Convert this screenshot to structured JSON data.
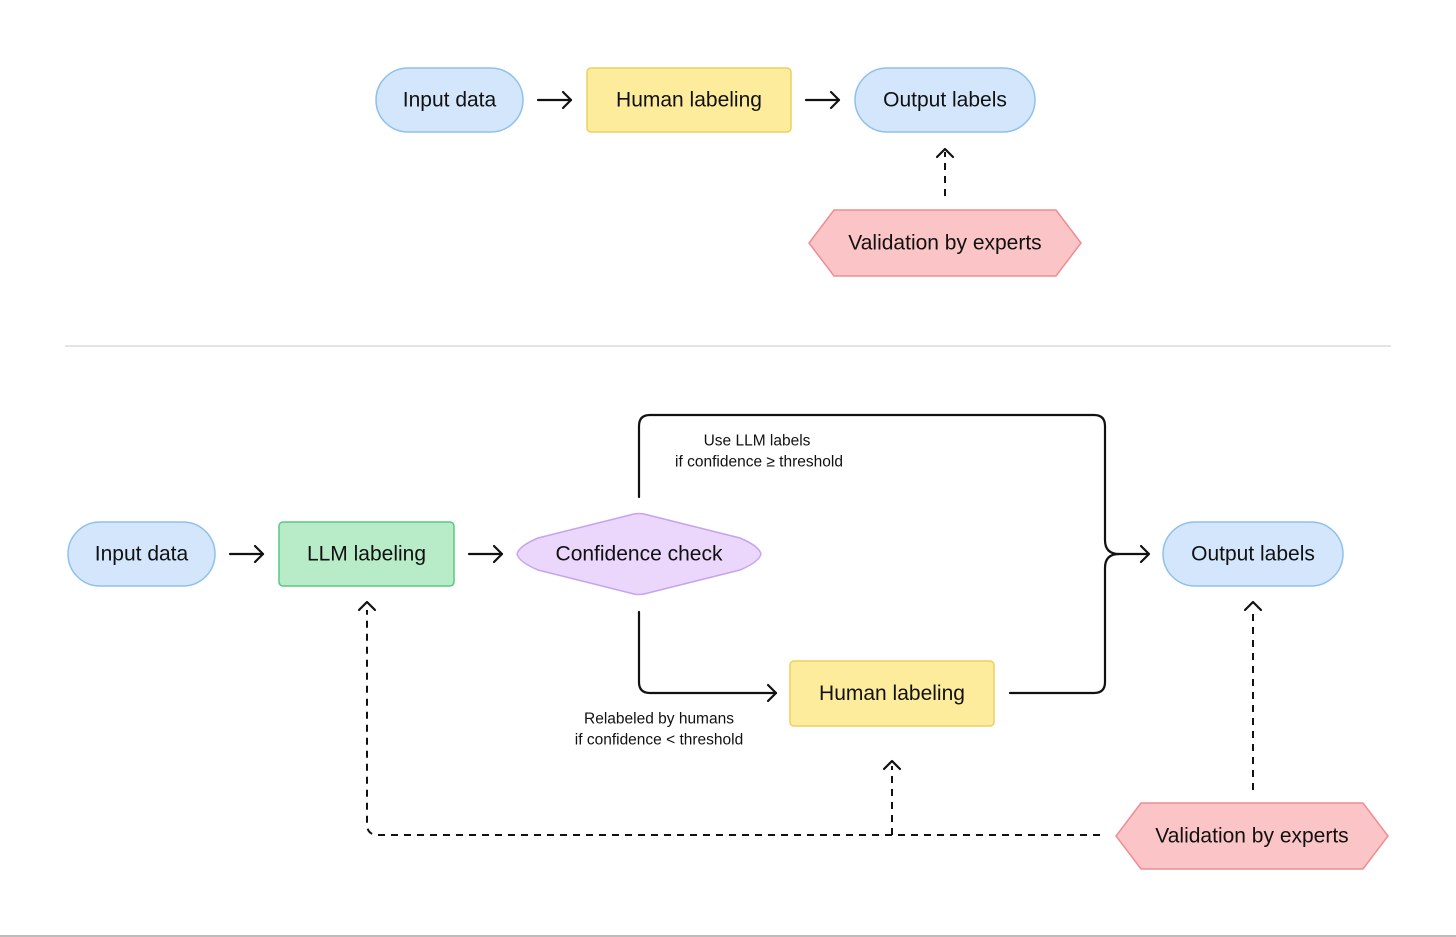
{
  "top_flow": {
    "input": "Input data",
    "human_labeling": "Human labeling",
    "output": "Output labels",
    "validation": "Validation by experts"
  },
  "bottom_flow": {
    "input": "Input data",
    "llm_labeling": "LLM labeling",
    "confidence_check": "Confidence check",
    "human_labeling": "Human labeling",
    "output": "Output labels",
    "validation": "Validation by experts",
    "high_branch_label_line1": "Use LLM labels",
    "high_branch_label_line2": "if confidence ≥ threshold",
    "low_branch_label_line1": "Relabeled by humans",
    "low_branch_label_line2": "if confidence < threshold"
  },
  "colors": {
    "data_fill": "#d3e6fb",
    "data_stroke": "#8fc0ec",
    "human_fill": "#fcec9c",
    "human_stroke": "#ecd060",
    "llm_fill": "#b8ecc9",
    "llm_stroke": "#5cc784",
    "check_fill": "#ead7fb",
    "check_stroke": "#c7a4ee",
    "validation_fill": "#fbc4c6",
    "validation_stroke": "#ee8d92"
  }
}
